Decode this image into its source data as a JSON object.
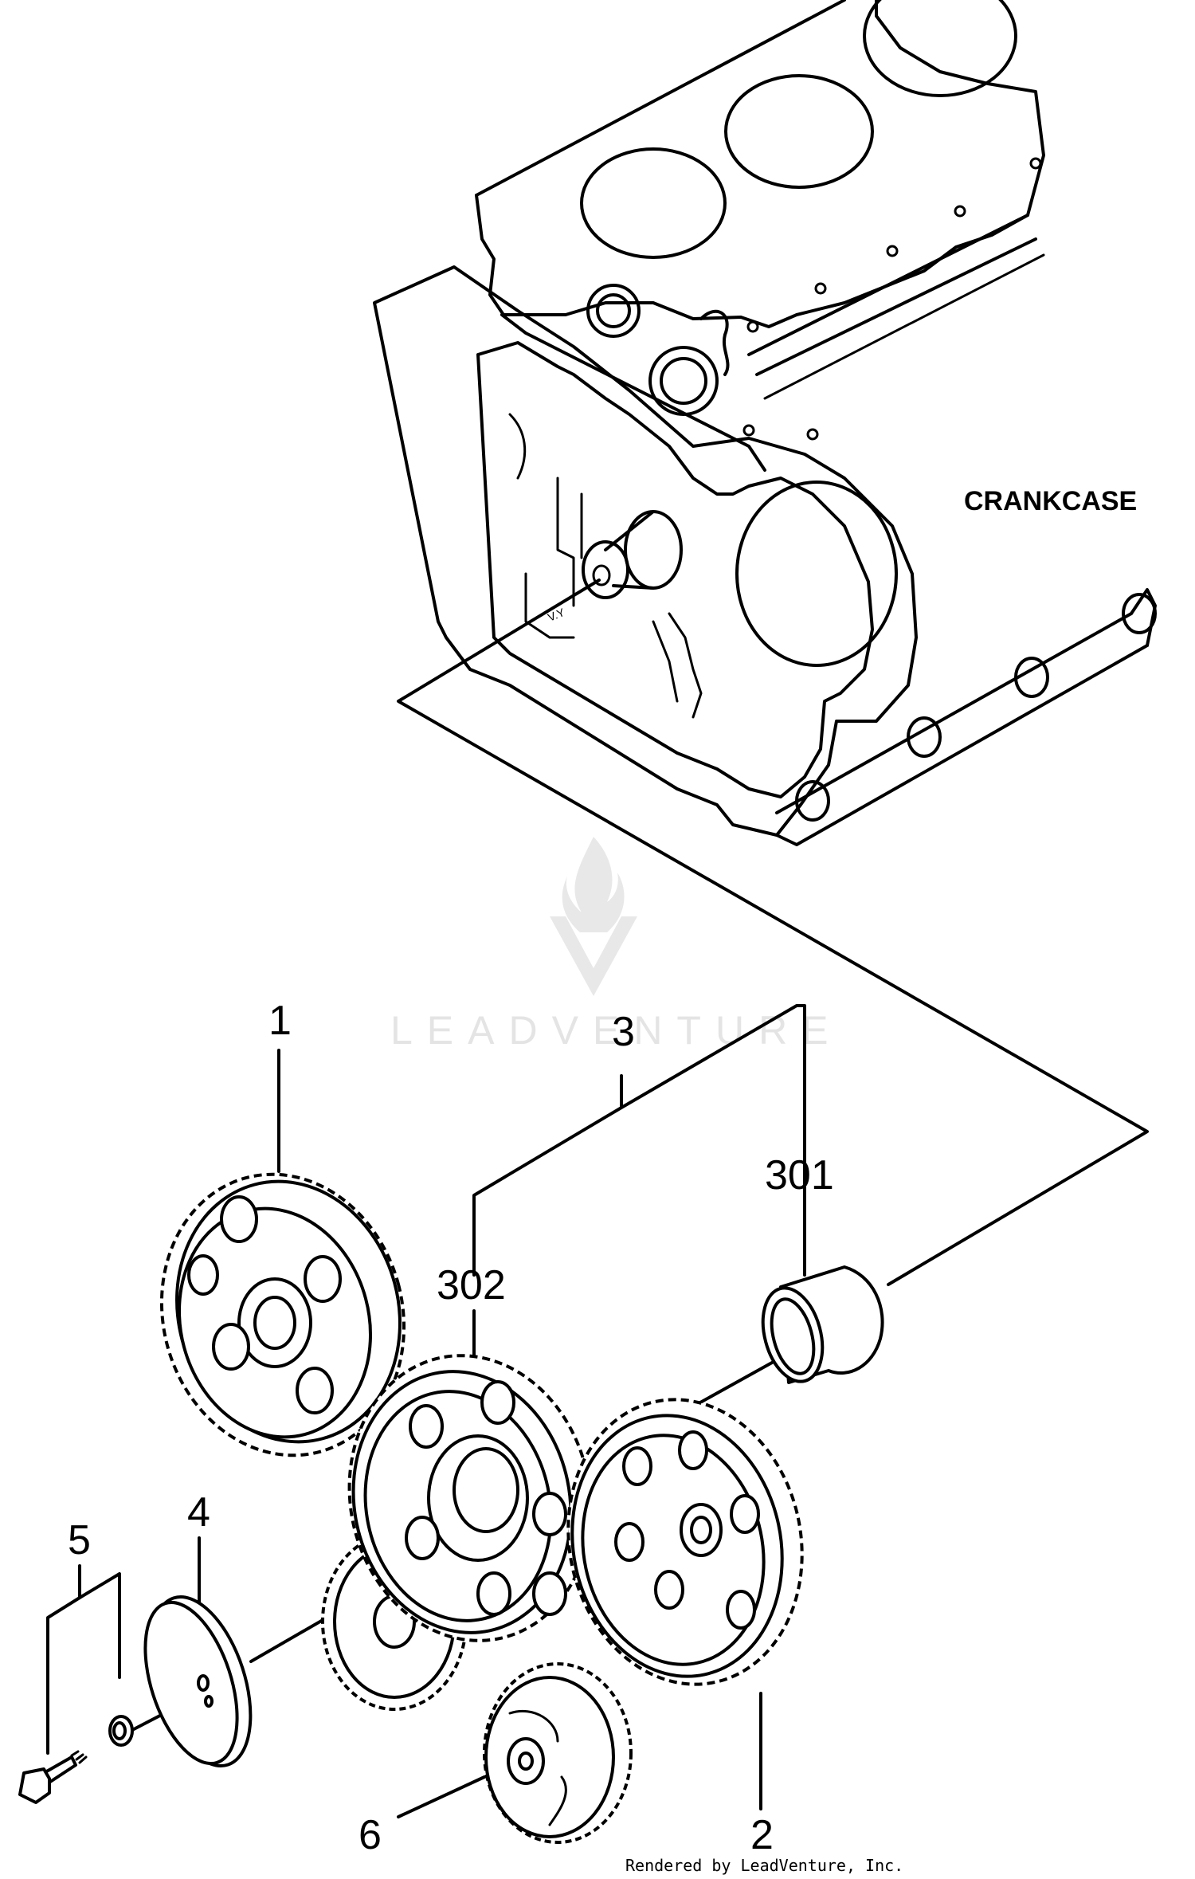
{
  "diagram": {
    "crankcase_label": "CRANKCASE",
    "watermark_text": "LEADVENTURE",
    "mark_text": "V.Y",
    "footer_text": "Rendered by LeadVenture, Inc.",
    "callouts": {
      "c1": "1",
      "c2": "2",
      "c3": "3",
      "c301": "301",
      "c302": "302",
      "c4": "4",
      "c5": "5",
      "c6": "6"
    }
  }
}
